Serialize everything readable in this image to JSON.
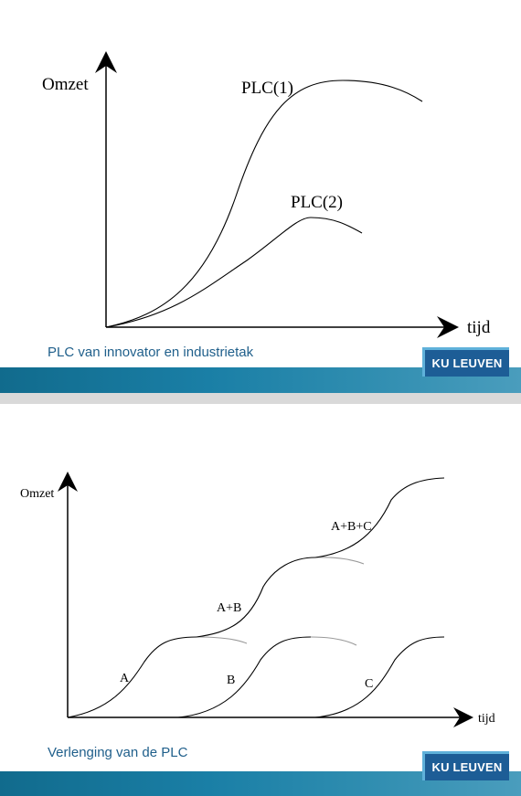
{
  "slides": [
    {
      "caption": "PLC van innovator en industrietak",
      "logo": "KU LEUVEN",
      "diagram": {
        "y_label": "Omzet",
        "x_label": "tijd",
        "curves": [
          "PLC(1)",
          "PLC(2)"
        ]
      }
    },
    {
      "caption": "Verlenging van de PLC",
      "logo": "KU LEUVEN",
      "diagram": {
        "y_label": "Omzet",
        "x_label": "tijd",
        "curves": [
          "A",
          "B",
          "C",
          "A+B",
          "A+B+C"
        ]
      }
    }
  ]
}
